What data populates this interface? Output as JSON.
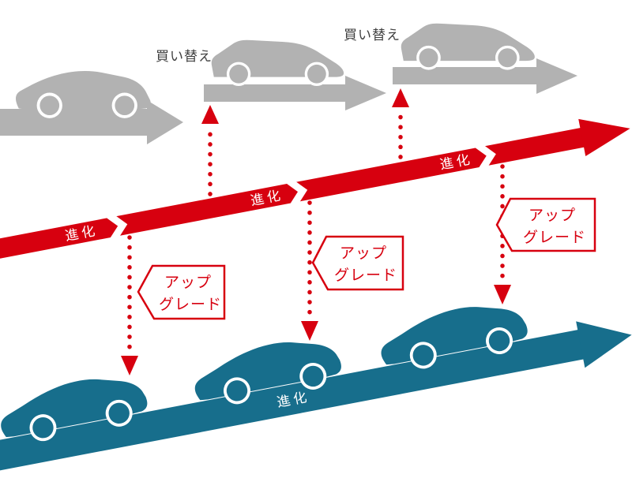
{
  "diagram": {
    "title_implied": "",
    "colors": {
      "red": "#d7000f",
      "teal": "#176e8c",
      "gray": "#b2b2b2",
      "label_text": "#3f3f3f",
      "background": "#ffffff"
    },
    "buy_replace_labels": [
      {
        "text": "買い替え"
      },
      {
        "text": "買い替え"
      }
    ],
    "red_evolution_arrow": {
      "labels": [
        "進化",
        "進化",
        "進化"
      ]
    },
    "teal_evolution_arrow": {
      "label": "進化"
    },
    "upgrade_badges": [
      {
        "line1": "アップ",
        "line2": "グレード"
      },
      {
        "line1": "アップ",
        "line2": "グレード"
      },
      {
        "line1": "アップ",
        "line2": "グレード"
      }
    ]
  }
}
